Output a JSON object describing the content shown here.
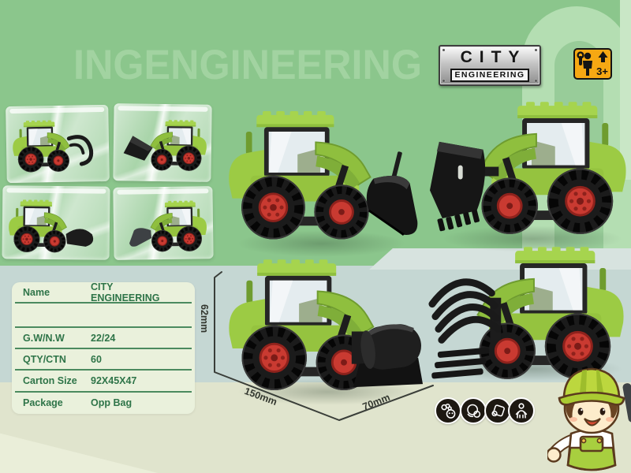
{
  "watermark": "INGENGINEERING",
  "brand": {
    "line1": "CITY",
    "line2": "ENGINEERING"
  },
  "age_badge": {
    "label": "3+"
  },
  "spec_table": {
    "rows": [
      {
        "label": "Name",
        "value": "CITY ENGINEERING"
      },
      {
        "label": "",
        "value": ""
      },
      {
        "label": "G.W/N.W",
        "value": "22/24"
      },
      {
        "label": "QTY/CTN",
        "value": "60"
      },
      {
        "label": "Carton Size",
        "value": "92X45X47"
      },
      {
        "label": "Package",
        "value": "Opp Bag"
      }
    ]
  },
  "dimensions": {
    "height": "62mm",
    "length": "150mm",
    "width": "70mm"
  },
  "feature_icons": [
    "thought-bubble-face-icon",
    "hand-ball-icon",
    "tilted-box-icon",
    "child-figure-icon"
  ],
  "vehicles": [
    "bulldozer",
    "front-loader",
    "road-roller",
    "rake-loader"
  ],
  "colors": {
    "background_green": "#8bc68c",
    "watermark_green": "#a2d3a1",
    "band_teal": "#c5d7d3",
    "floor_sage": "#e0e4cd",
    "vehicle_green": "#a6d44e",
    "wheel_hub_red": "#c93a31",
    "attachment_black": "#1c1c1c",
    "badge_orange": "#f6a813",
    "table_text_green": "#2e7448"
  }
}
